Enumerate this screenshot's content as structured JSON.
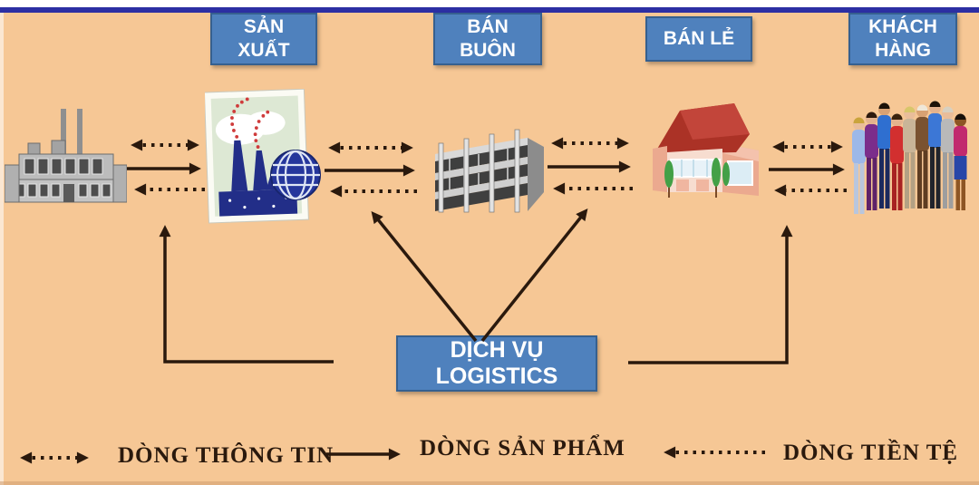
{
  "colors": {
    "background": "#f6c795",
    "top_line": "#2c2fa3",
    "box_fill": "#4f81bd",
    "box_border": "#36608f",
    "box_text": "#ffffff",
    "arrow": "#2a190d",
    "legend_text": "#2a190d"
  },
  "stages": [
    {
      "label": "SẢN XUẤT",
      "icon": "production-plant-stamp-icon"
    },
    {
      "label": "BÁN BUÔN",
      "icon": "wholesale-building-icon"
    },
    {
      "label": "BÁN LẺ",
      "icon": "retail-store-icon"
    },
    {
      "label": "KHÁCH HÀNG",
      "icon": "customer-group-icon"
    }
  ],
  "supplier": {
    "icon": "supplier-factory-icon"
  },
  "logistics": {
    "label": "DỊCH VỤ LOGISTICS"
  },
  "legend": {
    "items": [
      {
        "icon": "dotted-double-arrow-icon",
        "label": "DÒNG THÔNG TIN"
      },
      {
        "icon": "solid-right-arrow-icon",
        "label": "DÒNG SẢN PHẨM"
      },
      {
        "icon": "dotted-left-arrow-icon",
        "label": "DÒNG TIỀN TỆ"
      }
    ]
  }
}
